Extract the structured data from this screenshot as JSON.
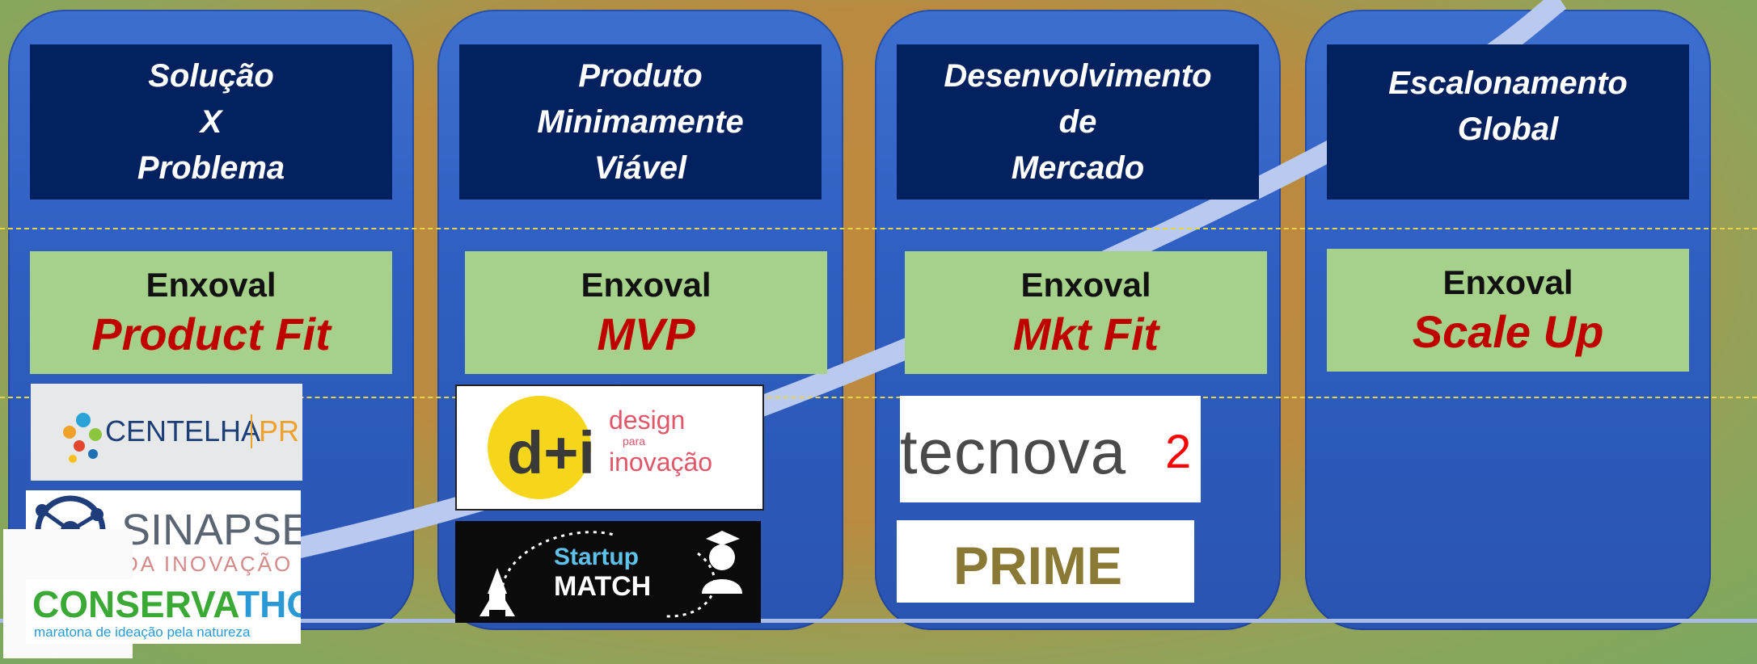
{
  "stages": [
    {
      "line1": "Solução",
      "line2": "X",
      "line3": "Problema",
      "kit_label": "Enxoval",
      "kit_name": "Product Fit"
    },
    {
      "line1": "Produto",
      "line2": "Minimamente",
      "line3": "Viável",
      "kit_label": "Enxoval",
      "kit_name": "MVP"
    },
    {
      "line1": "Desenvolvimento",
      "line2": "de",
      "line3": "Mercado",
      "kit_label": "Enxoval",
      "kit_name": "Mkt Fit"
    },
    {
      "line1": "Escalonamento",
      "line2": "Global",
      "kit_label": "Enxoval",
      "kit_name": "Scale Up"
    }
  ],
  "logos": {
    "centelha": {
      "name": "CENTELHA",
      "suffix": "PR"
    },
    "sinapse": {
      "name": "SINAPSE",
      "tagline": "DA INOVAÇÃO"
    },
    "conservathon": {
      "part1": "CONSERVA",
      "part2": "THON",
      "tagline": "maratona de ideação pela natureza"
    },
    "design_inovacao": {
      "mark": "d+i",
      "line1": "design",
      "line2": "para",
      "line3": "inovação"
    },
    "startup_match": {
      "line1": "Startup",
      "line2": "MATCH"
    },
    "tecnova": {
      "name": "tecnova",
      "number": "2"
    },
    "prime": {
      "name": "PRIME"
    }
  },
  "colors": {
    "stage_box": "#03205f",
    "kit_box": "#a6d18a",
    "kit_name": "#c00000",
    "column": "#2f5fc2"
  }
}
